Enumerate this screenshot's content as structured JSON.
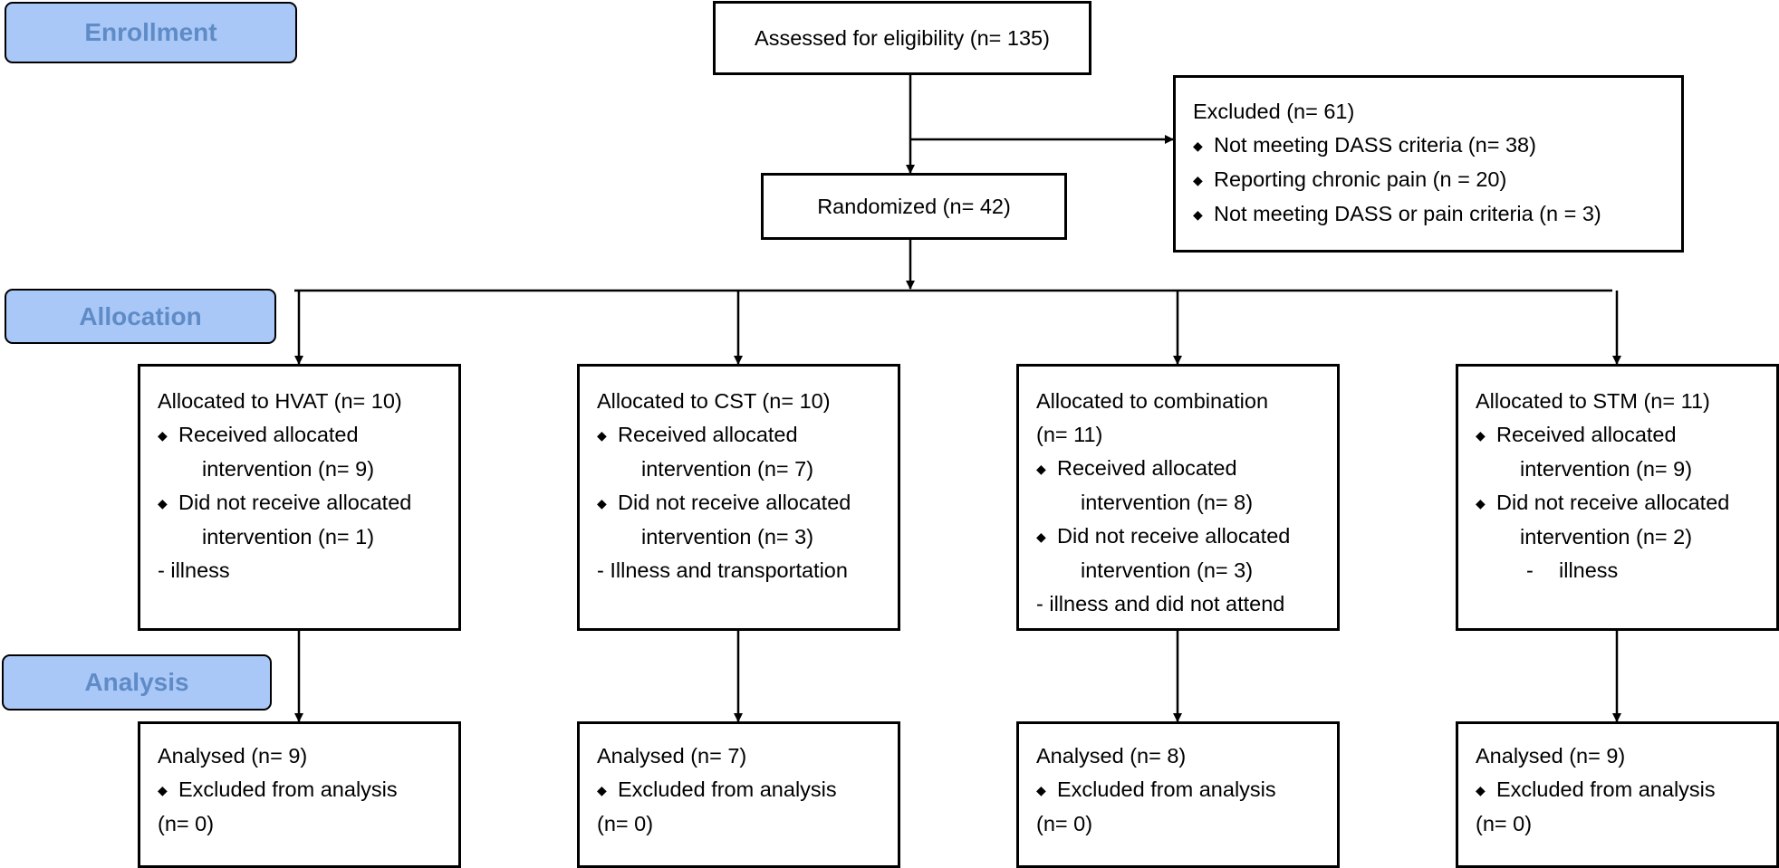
{
  "stages": {
    "enrollment": "Enrollment",
    "allocation": "Allocation",
    "analysis": "Analysis"
  },
  "assessed": "Assessed for eligibility (n= 135)",
  "excluded": {
    "title": "Excluded (n= 61)",
    "items": [
      "Not meeting DASS criteria (n=  38)",
      "Reporting chronic pain (n = 20)",
      "Not meeting DASS or pain criteria (n = 3)"
    ]
  },
  "randomized": "Randomized (n= 42)",
  "bullet_glyph": "◆",
  "arms": [
    {
      "allocation_lines": [
        {
          "text": "Allocated to HVAT (n= 10)",
          "style": "plain"
        },
        {
          "text": "Received allocated",
          "style": "bullet"
        },
        {
          "text": "intervention (n= 9)",
          "style": "indent"
        },
        {
          "text": "Did not receive allocated",
          "style": "bullet"
        },
        {
          "text": "intervention (n= 1)",
          "style": "indent"
        },
        {
          "text": "- illness",
          "style": "plain"
        }
      ],
      "analysis_lines": [
        {
          "text": "Analysed (n= 9)",
          "style": "plain"
        },
        {
          "text": "Excluded from analysis",
          "style": "bullet"
        },
        {
          "text": "(n= 0)",
          "style": "plain"
        }
      ]
    },
    {
      "allocation_lines": [
        {
          "text": "Allocated to CST (n= 10)",
          "style": "plain"
        },
        {
          "text": "Received allocated",
          "style": "bullet"
        },
        {
          "text": "intervention (n= 7)",
          "style": "indent"
        },
        {
          "text": "Did not receive allocated",
          "style": "bullet"
        },
        {
          "text": "intervention (n= 3)",
          "style": "indent"
        },
        {
          "text": "- Illness and transportation",
          "style": "plain"
        }
      ],
      "analysis_lines": [
        {
          "text": "Analysed (n= 7)",
          "style": "plain"
        },
        {
          "text": "Excluded from analysis",
          "style": "bullet"
        },
        {
          "text": "(n= 0)",
          "style": "plain"
        }
      ]
    },
    {
      "allocation_lines": [
        {
          "text": "Allocated to combination",
          "style": "plain"
        },
        {
          "text": "(n= 11)",
          "style": "plain"
        },
        {
          "text": "Received allocated",
          "style": "bullet"
        },
        {
          "text": "intervention (n= 8)",
          "style": "indent"
        },
        {
          "text": "Did not receive allocated",
          "style": "bullet"
        },
        {
          "text": "intervention (n= 3)",
          "style": "indent"
        },
        {
          "text": "- illness and did not attend",
          "style": "plain"
        }
      ],
      "analysis_lines": [
        {
          "text": "Analysed (n= 8)",
          "style": "plain"
        },
        {
          "text": "Excluded from analysis",
          "style": "bullet"
        },
        {
          "text": "(n= 0)",
          "style": "plain"
        }
      ]
    },
    {
      "allocation_lines": [
        {
          "text": "Allocated to STM (n= 11)",
          "style": "plain"
        },
        {
          "text": "Received allocated",
          "style": "bullet"
        },
        {
          "text": "intervention (n= 9)",
          "style": "indent"
        },
        {
          "text": "Did not receive allocated",
          "style": "bullet"
        },
        {
          "text": "intervention (n= 2)",
          "style": "indent"
        },
        {
          "text": "illness",
          "style": "dash",
          "prefix": "-"
        }
      ],
      "analysis_lines": [
        {
          "text": "Analysed (n= 9)",
          "style": "plain"
        },
        {
          "text": "Excluded from analysis",
          "style": "bullet"
        },
        {
          "text": "(n= 0)",
          "style": "plain"
        }
      ]
    }
  ]
}
